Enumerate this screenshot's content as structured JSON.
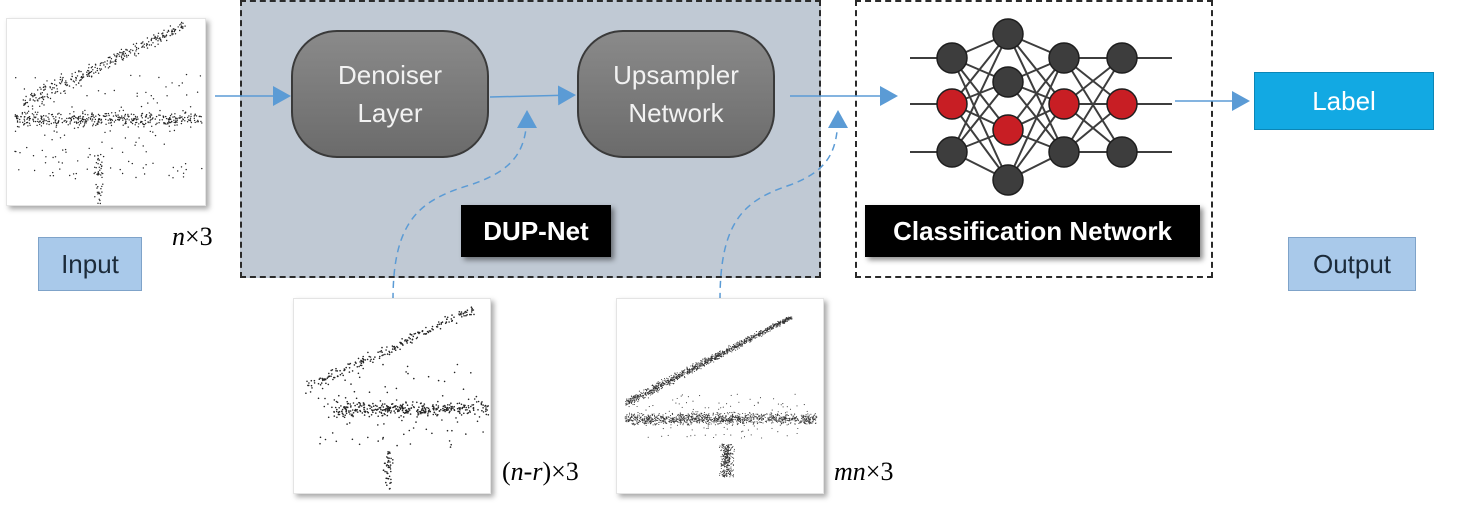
{
  "modules": {
    "denoiser": {
      "line1": "Denoiser",
      "line2": "Layer"
    },
    "upsampler": {
      "line1": "Upsampler",
      "line2": "Network"
    }
  },
  "panels": {
    "dup_net": "DUP-Net",
    "classification": "Classification Network"
  },
  "io": {
    "input": "Input",
    "output": "Output",
    "label": "Label"
  },
  "dims": {
    "input": {
      "var": "n",
      "rest": "×3"
    },
    "denoised": {
      "open": "(",
      "var": "n-r",
      "rest": ")×3"
    },
    "upsampled": {
      "var": "mn",
      "rest": "×3"
    }
  },
  "colors": {
    "panel_fill": "#c0c9d4",
    "module_fill": "#7a7a7a",
    "arrow": "#5b9bd5",
    "label_box": "#12a9e3",
    "io_box": "#a9c9ea",
    "node_dark": "#3d3d3d",
    "node_red": "#c81e24"
  }
}
